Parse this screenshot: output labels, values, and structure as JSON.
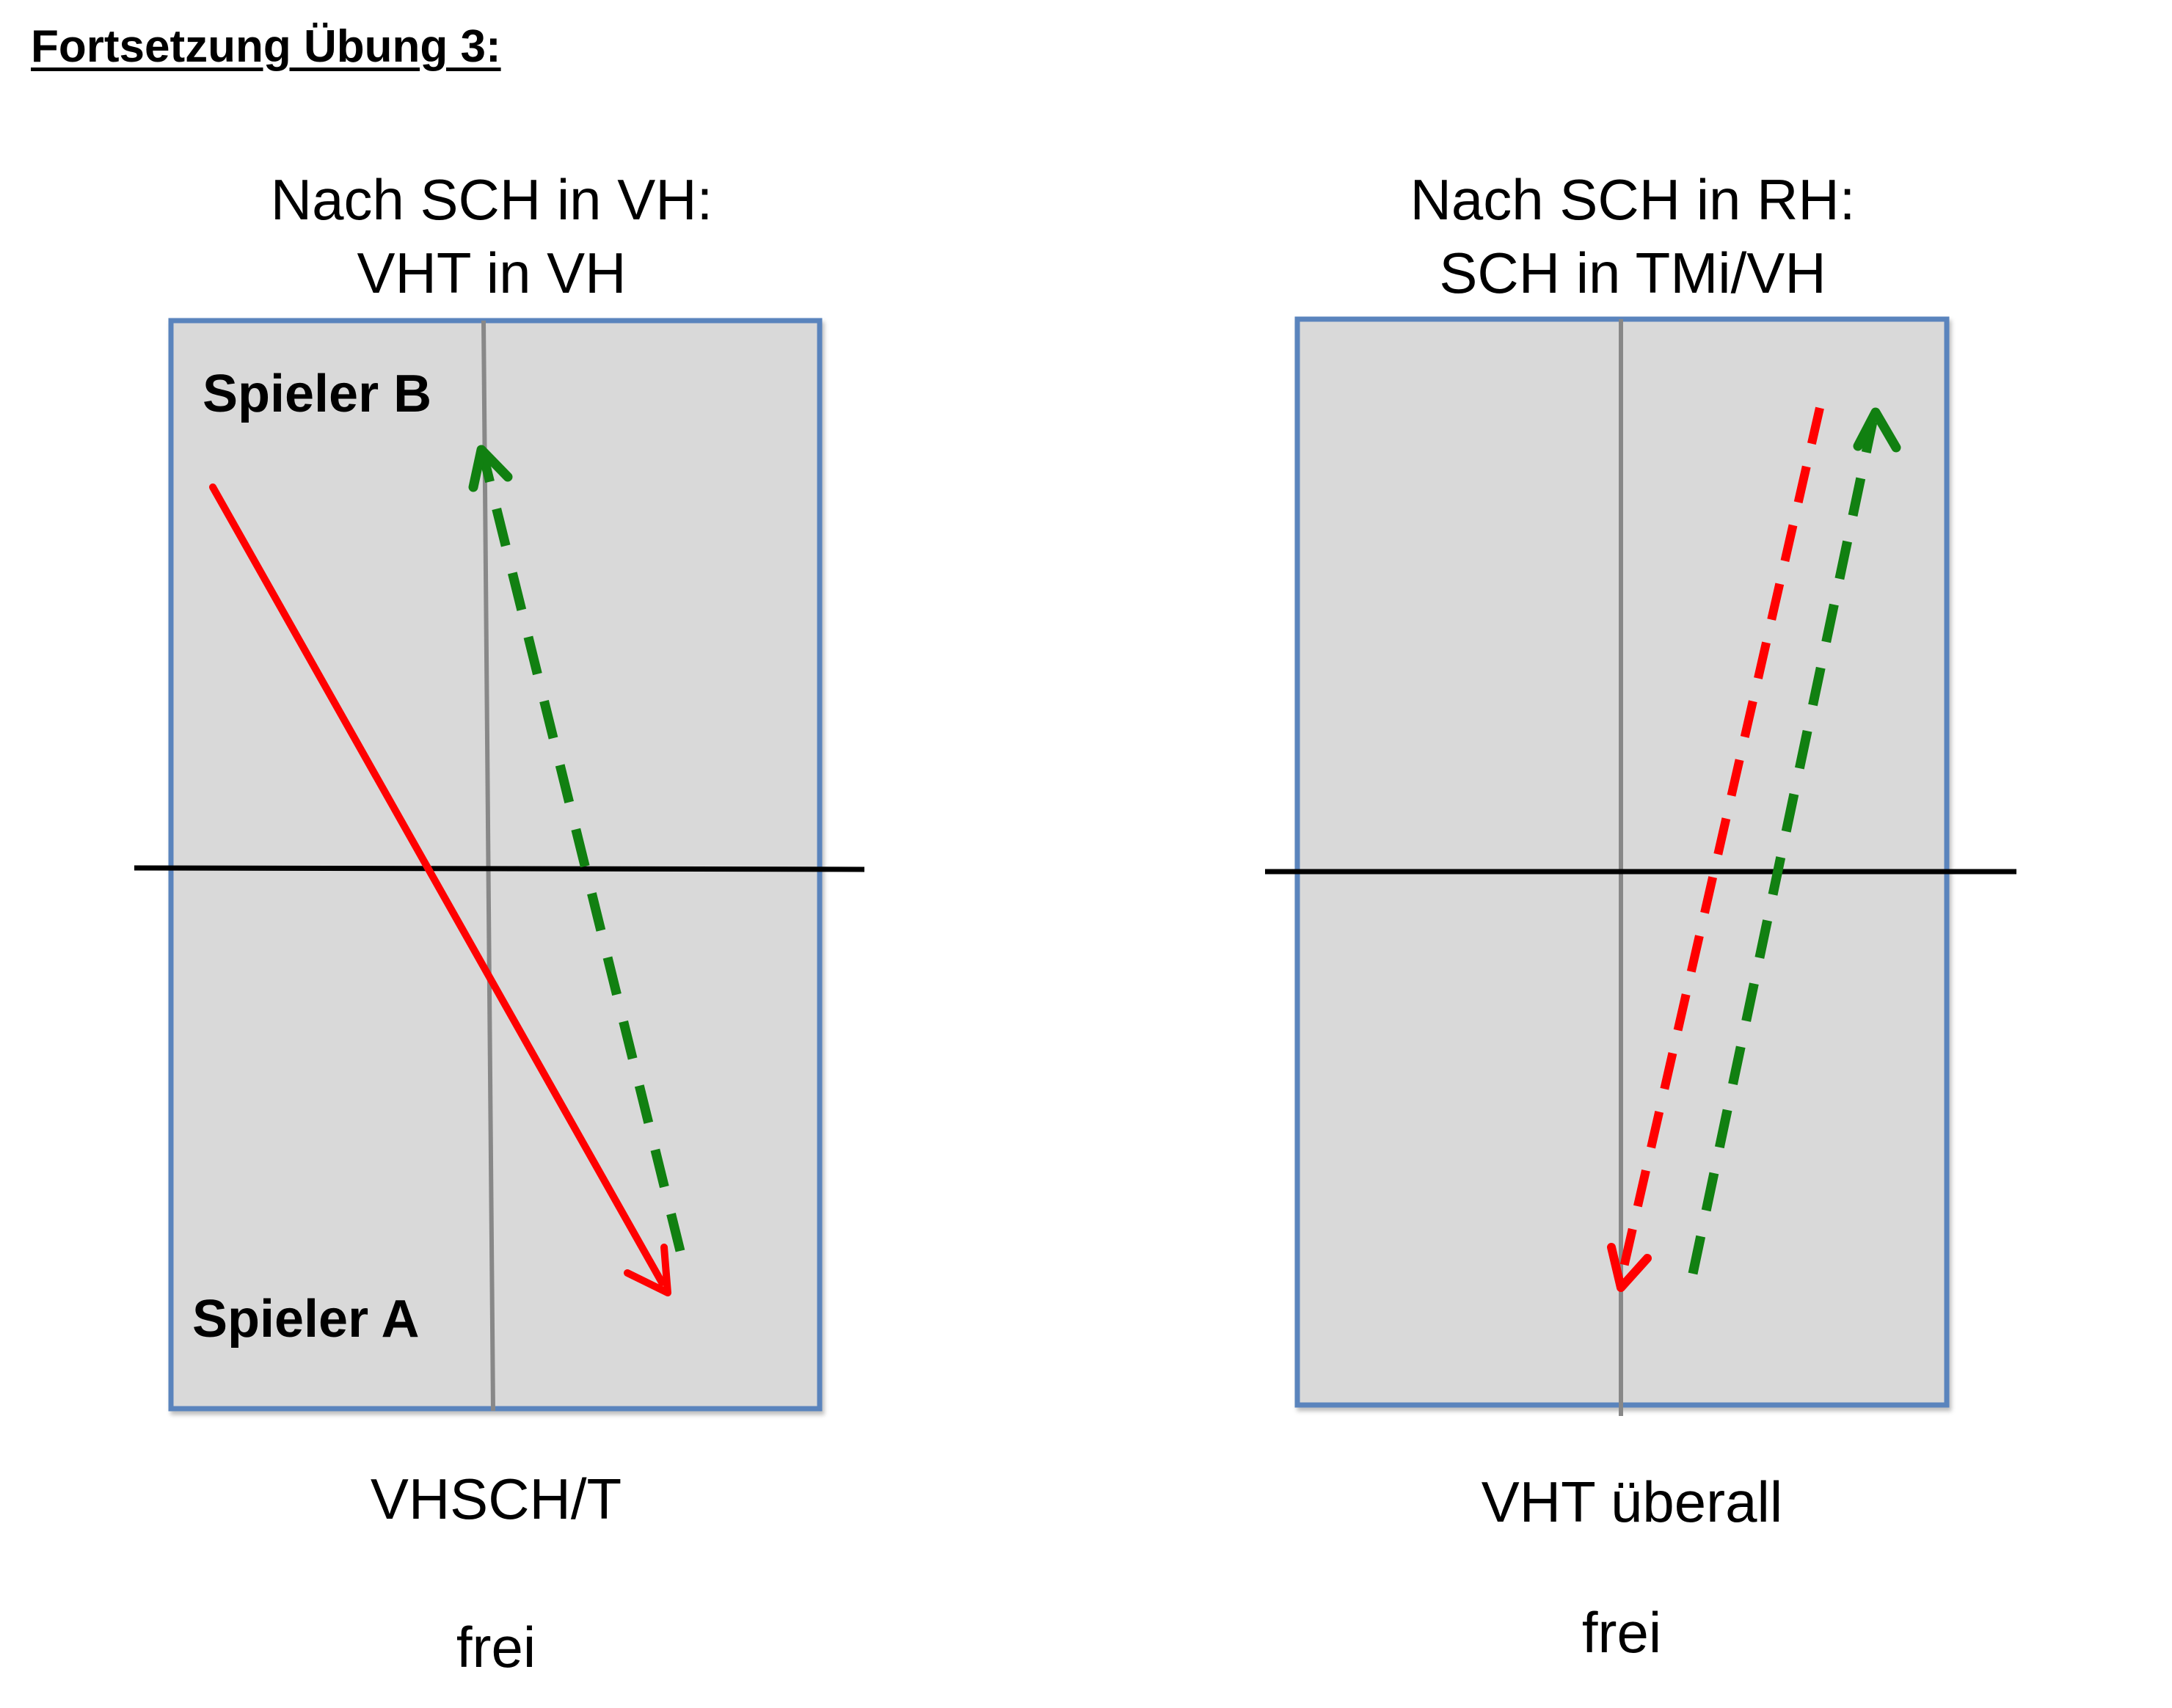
{
  "heading": "Fortsetzung Übung 3:",
  "colors": {
    "table_fill": "#d9d9d9",
    "table_border": "#5a84bd",
    "center_line": "#888888",
    "net": "#000000",
    "red_stroke": "#ff0000",
    "green_stroke": "#118011"
  },
  "left": {
    "title_line1": "Nach SCH in VH:",
    "title_line2": "VHT in VH",
    "player_top": "Spieler B",
    "player_bottom": "Spieler A",
    "caption1": "VHSCH/T",
    "caption2": "frei"
  },
  "right": {
    "title_line1": "Nach SCH in RH:",
    "title_line2": "SCH in TMi/VH",
    "caption1": "VHT überall",
    "caption2": "frei"
  }
}
